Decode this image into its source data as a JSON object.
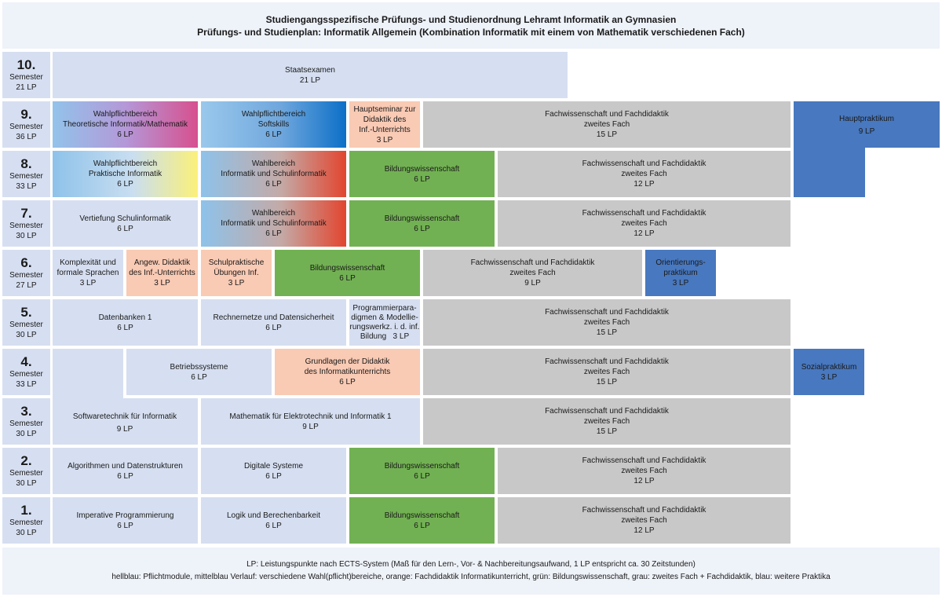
{
  "title": {
    "line1": "Studiengangsspezifische Prüfungs- und Studienordnung Lehramt Informatik an Gymnasien",
    "line2": "Prüfungs- und Studienplan: Informatik Allgemein (Kombination Informatik mit einem von Mathematik verschiedenen Fach)"
  },
  "semester_word": "Semester",
  "semesters": {
    "s10": {
      "num": "10.",
      "lp": "21 LP"
    },
    "s9": {
      "num": "9.",
      "lp": "36 LP"
    },
    "s8": {
      "num": "8.",
      "lp": "33 LP"
    },
    "s7": {
      "num": "7.",
      "lp": "30 LP"
    },
    "s6": {
      "num": "6.",
      "lp": "27 LP"
    },
    "s5": {
      "num": "5.",
      "lp": "30 LP"
    },
    "s4": {
      "num": "4.",
      "lp": "33 LP"
    },
    "s3": {
      "num": "3.",
      "lp": "30 LP"
    },
    "s2": {
      "num": "2.",
      "lp": "30 LP"
    },
    "s1": {
      "num": "1.",
      "lp": "30 LP"
    }
  },
  "modules": {
    "staatsexamen": {
      "l1": "Staatsexamen",
      "lp": "21 LP"
    },
    "wpf_theo": {
      "l1": "Wahlpflichtbereich",
      "l2": "Theoretische Informatik/Mathematik",
      "lp": "6 LP"
    },
    "wpf_soft": {
      "l1": "Wahlpflichtbereich",
      "l2": "Softskills",
      "lp": "6 LP"
    },
    "hauptseminar": {
      "l1": "Hauptseminar zur",
      "l2": "Didaktik des",
      "l3": "Inf.-Unterrichts",
      "lp": "3 LP"
    },
    "fw9": {
      "l1": "Fachwissenschaft und Fachdidaktik",
      "l2": "zweites Fach",
      "lp": "15 LP"
    },
    "hauptpraktikum": {
      "l1": "Hauptpraktikum",
      "lp": "9 LP"
    },
    "wpf_prak": {
      "l1": "Wahlpflichtbereich",
      "l2": "Praktische Informatik",
      "lp": "6 LP"
    },
    "wb8": {
      "l1": "Wahlbereich",
      "l2": "Informatik und Schulinformatik",
      "lp": "6 LP"
    },
    "bw8": {
      "l1": "Bildungswissenschaft",
      "lp": "6 LP"
    },
    "fw8": {
      "l1": "Fachwissenschaft und Fachdidaktik",
      "l2": "zweites Fach",
      "lp": "12 LP"
    },
    "vertiefung": {
      "l1": "Vertiefung Schulinformatik",
      "lp": "6 LP"
    },
    "wb7": {
      "l1": "Wahlbereich",
      "l2": "Informatik und Schulinformatik",
      "lp": "6 LP"
    },
    "bw7": {
      "l1": "Bildungswissenschaft",
      "lp": "6 LP"
    },
    "fw7": {
      "l1": "Fachwissenschaft und Fachdidaktik",
      "l2": "zweites Fach",
      "lp": "12 LP"
    },
    "komplex": {
      "l1": "Komplexität und",
      "l2": "formale Sprachen",
      "lp": "3 LP"
    },
    "angew": {
      "l1": "Angew. Didaktik",
      "l2": "des Inf.-Unterrichts",
      "lp": "3 LP"
    },
    "schulprak": {
      "l1": "Schulpraktische",
      "l2": "Übungen Inf.",
      "lp": "3 LP"
    },
    "bw6": {
      "l1": "Bildungswissenschaft",
      "lp": "6 LP"
    },
    "fw6": {
      "l1": "Fachwissenschaft und Fachdidaktik",
      "l2": "zweites Fach",
      "lp": "9 LP"
    },
    "orient": {
      "l1": "Orientierungs-",
      "l2": "praktikum",
      "lp": "3 LP"
    },
    "datenbanken": {
      "l1": "Datenbanken 1",
      "lp": "6 LP"
    },
    "rechnernetze": {
      "l1": "Rechnernetze und Datensicherheit",
      "lp": "6 LP"
    },
    "progpara": {
      "l1": "Programmierpara-",
      "l2": "digmen & Modellie-",
      "l3": "rungswerkz. i. d. inf.",
      "l4": "Bildung   3 LP"
    },
    "fw5": {
      "l1": "Fachwissenschaft und Fachdidaktik",
      "l2": "zweites Fach",
      "lp": "15 LP"
    },
    "betriebs": {
      "l1": "Betriebssysteme",
      "lp": "6 LP"
    },
    "grundlagen": {
      "l1": "Grundlagen der Didaktik",
      "l2": "des Informatikunterrichts",
      "lp": "6 LP"
    },
    "fw4": {
      "l1": "Fachwissenschaft und Fachdidaktik",
      "l2": "zweites Fach",
      "lp": "15 LP"
    },
    "sozial": {
      "l1": "Sozialpraktikum",
      "lp": "3 LP"
    },
    "softwaretechnik": {
      "l1": "Softwaretechnik für Informatik",
      "lp": "9 LP"
    },
    "mathe": {
      "l1": "Mathematik für Elektrotechnik und Informatik 1",
      "lp": "9 LP"
    },
    "fw3": {
      "l1": "Fachwissenschaft und Fachdidaktik",
      "l2": "zweites Fach",
      "lp": "15 LP"
    },
    "algo": {
      "l1": "Algorithmen und Datenstrukturen",
      "lp": "6 LP"
    },
    "digital": {
      "l1": "Digitale Systeme",
      "lp": "6 LP"
    },
    "bw2": {
      "l1": "Bildungswissenschaft",
      "lp": "6 LP"
    },
    "fw2": {
      "l1": "Fachwissenschaft und Fachdidaktik",
      "l2": "zweites Fach",
      "lp": "12 LP"
    },
    "imperativ": {
      "l1": "Imperative Programmierung",
      "lp": "6 LP"
    },
    "logik": {
      "l1": "Logik und Berechenbarkeit",
      "lp": "6 LP"
    },
    "bw1": {
      "l1": "Bildungswissenschaft",
      "lp": "6 LP"
    },
    "fw1": {
      "l1": "Fachwissenschaft und Fachdidaktik",
      "l2": "zweites Fach",
      "lp": "12 LP"
    }
  },
  "footer": {
    "line1": "LP: Leistungspunkte nach ECTS-System (Maß für den Lern-, Vor- & Nachbereitungsaufwand, 1 LP entspricht ca. 30 Zeitstunden)",
    "line2": "hellblau: Pflichtmodule, mittelblau Verlauf: verschiedene Wahl(pflicht)bereiche, orange: Fachdidaktik Informatikunterricht, grün: Bildungswissenschaft, grau: zweites Fach + Fachdidaktik, blau: weitere Praktika"
  },
  "colors": {
    "pflicht": "#d6dff1",
    "fachdidaktik": "#f9cab4",
    "bildungswissenschaft": "#72b153",
    "zweites_fach": "#c8c8c8",
    "praktika": "#4878bf"
  }
}
